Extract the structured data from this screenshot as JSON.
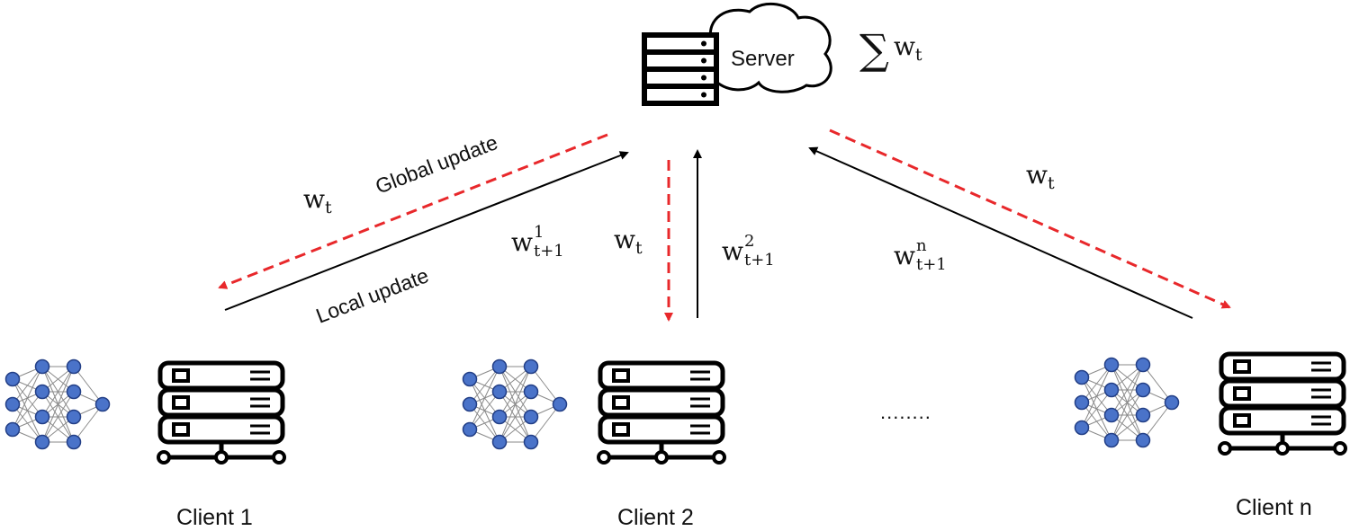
{
  "server": {
    "label": "Server",
    "sum_symbol": "∑",
    "sum_var": "w",
    "sum_sub": "t"
  },
  "updates": {
    "global": "Global update",
    "local": "Local update"
  },
  "weights": {
    "w_var": "w",
    "t_sub": "t",
    "next_sub": "t+1",
    "c1_sup": "1",
    "c2_sup": "2",
    "cn_sup": "n"
  },
  "clients": [
    {
      "label": "Client 1"
    },
    {
      "label": "Client 2"
    },
    {
      "label": "Client n"
    }
  ],
  "ellipsis": "........",
  "colors": {
    "global_arrow": "#e8282b",
    "local_arrow": "#000000",
    "neuron": "#4a73c9",
    "neuron_stroke": "#233f86",
    "edge": "#8a8a8a"
  }
}
